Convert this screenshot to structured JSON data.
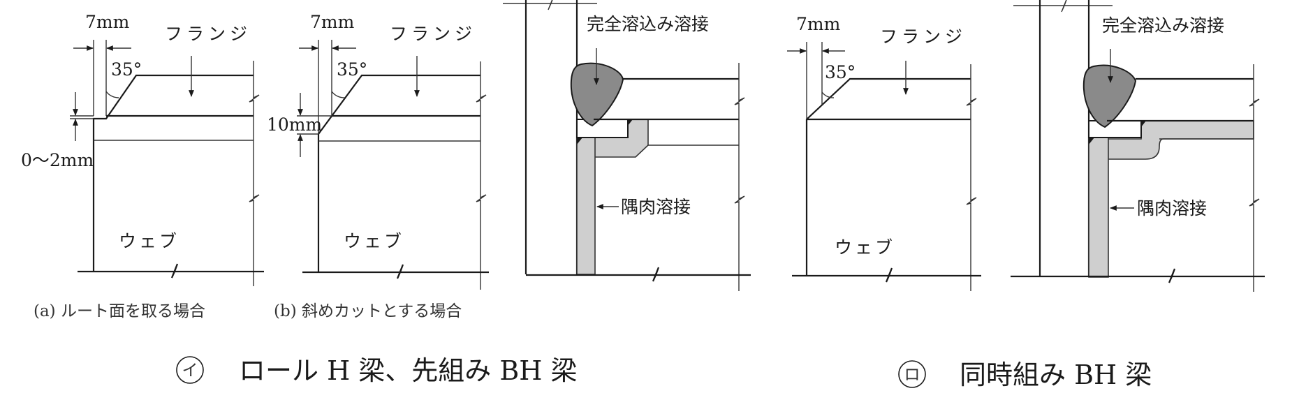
{
  "labels": {
    "dim_7mm": "7mm",
    "flange": "フランジ",
    "angle_35": "35°",
    "root_face": "0〜2mm",
    "dim_10mm": "10mm",
    "web": "ウェブ",
    "full_penetration_weld": "完全溶込み溶接",
    "fillet_weld": "隅肉溶接"
  },
  "captions": {
    "a": "(a) ルート面を取る場合",
    "b": "(b) 斜めカットとする場合"
  },
  "titles": {
    "i_mark": "イ",
    "i_text": "ロール H 梁、先組み BH 梁",
    "ro_mark": "ロ",
    "ro_text": "同時組み BH 梁"
  },
  "colors": {
    "line": "#1a1a1a",
    "weld_fill": "#8a8a8a",
    "fillet_fill": "#cfcfcf"
  }
}
